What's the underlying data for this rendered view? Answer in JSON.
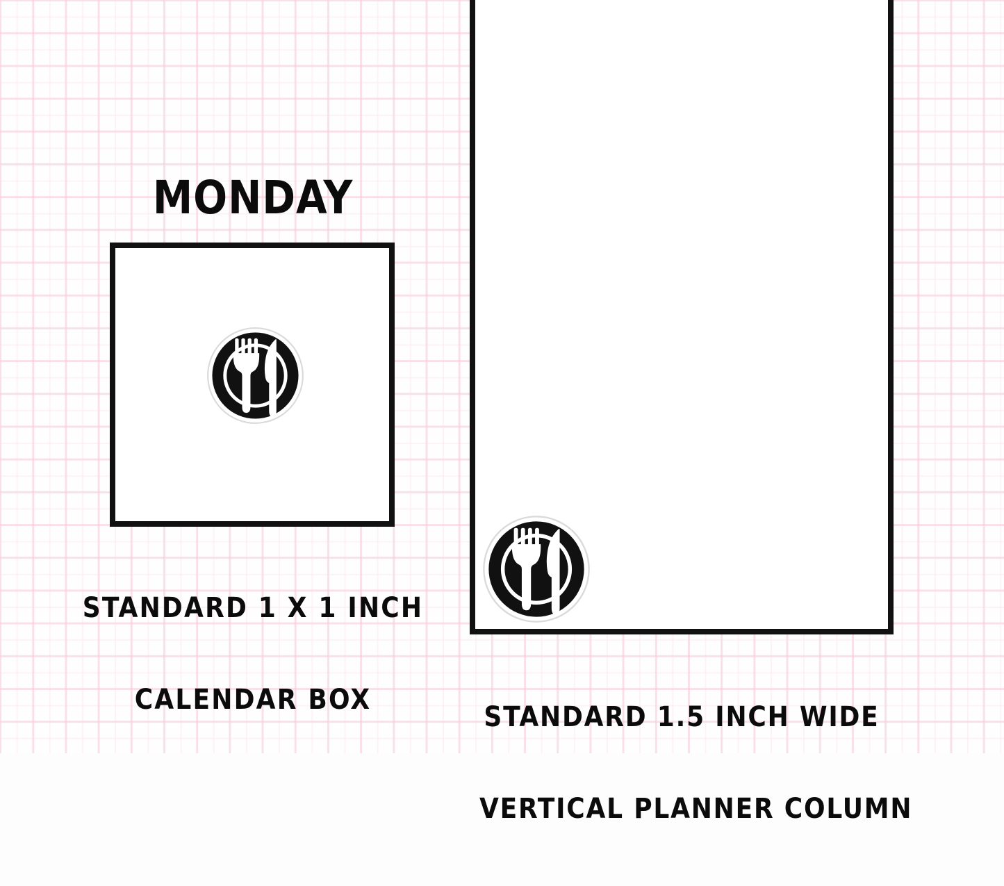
{
  "page": {
    "background_color": "#fefdfd",
    "grid_line_color": "#f6becE",
    "ink_color": "#111111"
  },
  "day_header": {
    "label": "MONDAY"
  },
  "calendar_box": {
    "border_color": "#111111",
    "fill_color": "#ffffff",
    "icon": {
      "name": "meal-plate-fork-knife-icon",
      "circle_color": "#111111",
      "utensil_color": "#ffffff",
      "sticker_ring_color": "#d8d8d8"
    },
    "caption": {
      "line1": "STANDARD 1 X 1 INCH",
      "line2": "CALENDAR BOX"
    }
  },
  "planner_column": {
    "border_color": "#111111",
    "fill_color": "#ffffff",
    "icon": {
      "name": "meal-plate-fork-knife-icon",
      "circle_color": "#111111",
      "utensil_color": "#ffffff",
      "sticker_ring_color": "#d8d8d8"
    },
    "caption": {
      "line1": "STANDARD 1.5 INCH WIDE",
      "line2": "VERTICAL PLANNER COLUMN"
    }
  }
}
